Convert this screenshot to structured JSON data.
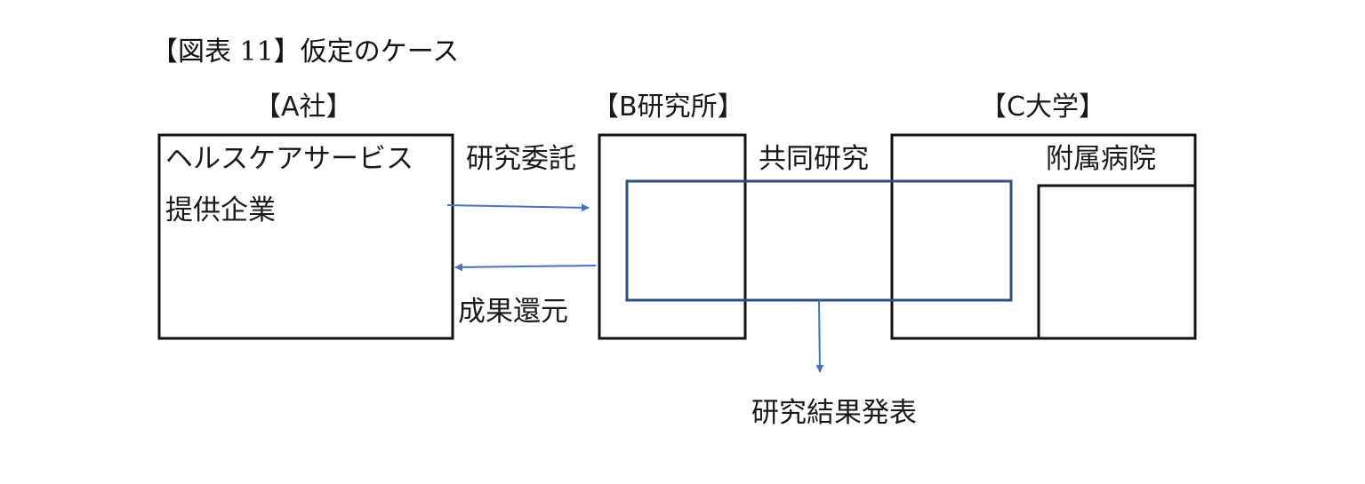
{
  "figure": {
    "title": "【図表 11】仮定のケース"
  },
  "organizations": {
    "a": {
      "header": "【A社】",
      "line1": "ヘルスケアサービス",
      "line2": "提供企業"
    },
    "b": {
      "header": "【B研究所】"
    },
    "c": {
      "header": "【C大学】",
      "sub": "附属病院"
    }
  },
  "relations": {
    "commission": "研究委託",
    "return": "成果還元",
    "joint": "共同研究",
    "publication": "研究結果発表"
  },
  "colors": {
    "box_border": "#111111",
    "joint_border": "#2f4f7f",
    "arrow": "#4472c4"
  }
}
